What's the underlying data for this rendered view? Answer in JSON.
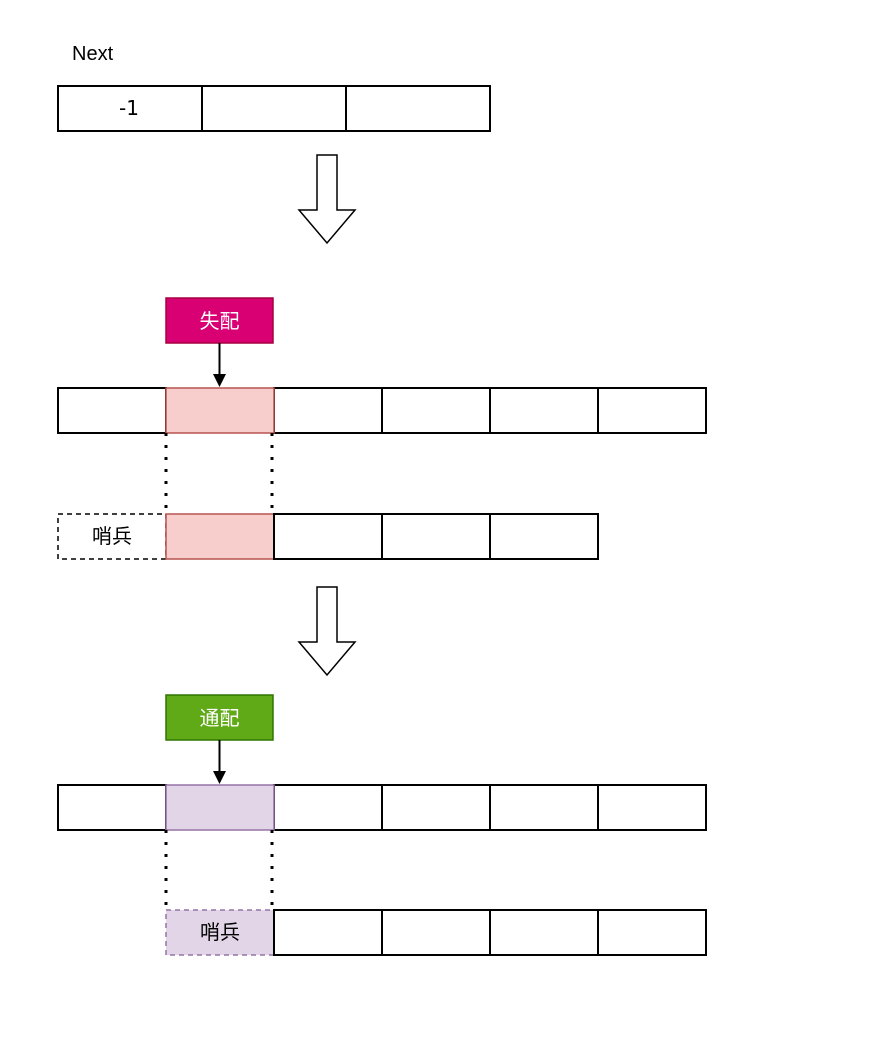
{
  "next": {
    "title": "Next",
    "first_cell": "-1"
  },
  "mismatch": {
    "tag_label": "失配",
    "tag_color": "#d80073",
    "highlight_color": "#f8cecc",
    "highlight_border": "#b85450",
    "sentinel_label": "哨兵"
  },
  "wildcard": {
    "tag_label": "通配",
    "tag_color": "#60a917",
    "highlight_color": "#e1d5e7",
    "highlight_border": "#9673a6",
    "sentinel_label": "哨兵"
  }
}
